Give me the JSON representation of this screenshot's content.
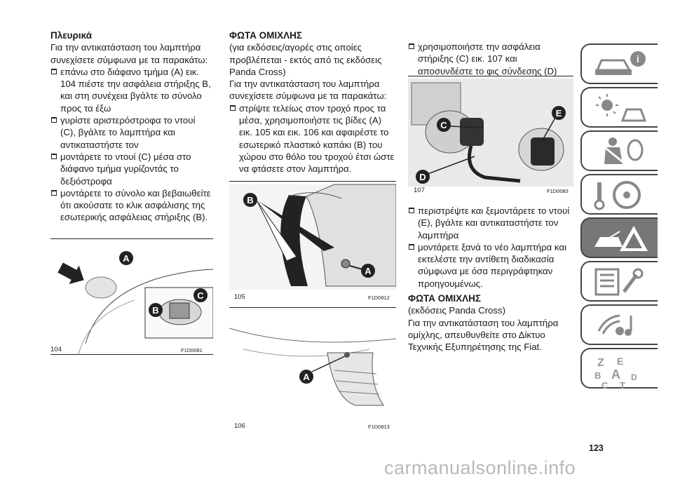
{
  "col1": {
    "title": "Πλευρικά",
    "intro": "Για την αντικατάσταση του λαμπτήρα συνεχίσετε σύμφωνα με τα παρακάτω:",
    "steps": [
      "επάνω στο διάφανο τμήμα (A) εικ. 104 πιέστε την ασφάλεια στήριξης B, και στη συνέχεια βγάλτε το σύνολο προς τα έξω",
      "γυρίστε αριστερόστροφα το ντουί (C), βγάλτε το λαμπτήρα και αντικαταστήστε τον",
      "μοντάρετε το ντουί (C) μέσα στο διάφανο τμήμα γυρίζοντάς το δεξιόστροφα",
      "μοντάρετε το σύνολο και βεβαιωθείτε ότι ακούσατε το κλικ ασφάλισης της εσωτερικής ασφάλειας στήριξης (B)."
    ]
  },
  "fig104": {
    "number": "104",
    "code": "F1D0081",
    "labels": [
      "A",
      "B",
      "C"
    ]
  },
  "col2": {
    "title": "ΦΩΤΑ ΟΜΙΧΛΗΣ",
    "subtitle": "(για εκδόσεις/αγορές στις οποίες προβλέπεται - εκτός από τις εκδόσεις Panda Cross)",
    "intro": "Για την αντικατάσταση του λαμπτήρα συνεχίσετε σύμφωνα με τα παρακάτω:",
    "steps": [
      "στρίψτε τελείως στον τροχό προς τα μέσα, χρησιμοποιήστε τις βίδες (A) εικ. 105 και εικ. 106 και αφαιρέστε το εσωτερικό πλαστικό καπάκι (B) του χώρου στο θόλο του τροχού έτσι ώστε να φτάσετε στον λαμπτήρα."
    ]
  },
  "fig105": {
    "number": "105",
    "code": "F1D0812",
    "labels": [
      "B",
      "A"
    ]
  },
  "fig106": {
    "number": "106",
    "code": "F1D0813",
    "labels": [
      "A"
    ]
  },
  "col3": {
    "steps_top": [
      "χρησιμοποιήστε την ασφάλεια στήριξης (C) εικ. 107 και αποσυνδέστε το φις σύνδεσης (D)"
    ],
    "steps_bottom": [
      "περιστρέψτε και ξεμοντάρετε το ντουί (E), βγάλτε και αντικαταστήστε τον λαμπτήρα",
      "μοντάρετε ξανά το νέο λαμπτήρα και εκτελέστε την αντίθετη διαδικασία σύμφωνα με όσα περιγράφτηκαν προηγουμένως."
    ],
    "title": "ΦΩΤΑ ΟΜΙΧΛΗΣ",
    "subtitle": "(εκδόσεις Panda Cross)",
    "text": "Για την αντικατάσταση του λαμπτήρα ομίχλης, απευθυνθείτε στο Δίκτυο Τεχνικής Εξυπηρέτησης της Fiat."
  },
  "fig107": {
    "number": "107",
    "code": "F1D0083",
    "labels": [
      "E",
      "C",
      "D"
    ]
  },
  "page_number": "123",
  "watermark": "carmanualsonline.info",
  "tabs": [
    "car-info-icon",
    "dashboard-lights-icon",
    "airbag-seatbelt-icon",
    "steering-key-icon",
    "car-warning-triangle-icon",
    "maintenance-list-icon",
    "multimedia-icon",
    "index-letters-icon"
  ],
  "active_tab": 4
}
